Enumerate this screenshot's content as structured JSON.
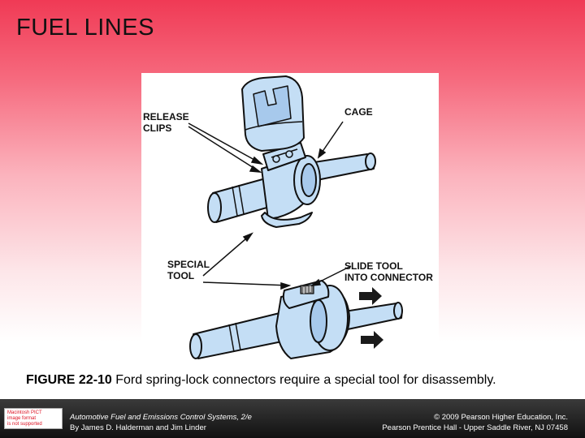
{
  "slide": {
    "title": "FUEL LINES"
  },
  "figure": {
    "labels": {
      "release_clips_line1": "RELEASE",
      "release_clips_line2": "CLIPS",
      "cage": "CAGE",
      "special_tool_line1": "SPECIAL",
      "special_tool_line2": "TOOL",
      "slide_tool_line1": "SLIDE TOOL",
      "slide_tool_line2": "INTO CONNECTOR"
    },
    "colors": {
      "part_fill": "#c4def5",
      "outline": "#111111",
      "arrow": "#1a1a1a"
    }
  },
  "caption": {
    "figure_number": "FIGURE 22-10",
    "text": " Ford spring-lock connectors require a special tool for disassembly."
  },
  "footer": {
    "logo_text_line1": "Macintosh PICT",
    "logo_text_line2": "image format",
    "logo_text_line3": "is not supported",
    "book_title": "Automotive Fuel and Emissions Control Systems, 2/e",
    "authors": "By James D. Halderman and Jim Linder",
    "copyright": "© 2009 Pearson Higher Education, Inc.",
    "publisher": "Pearson Prentice Hall - Upper Saddle River, NJ 07458"
  }
}
